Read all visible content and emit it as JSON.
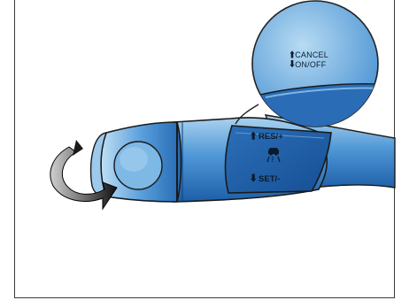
{
  "callout": {
    "line1": "CANCEL",
    "line2": "ON/OFF"
  },
  "buttons": {
    "resume": "RES/+",
    "set": "SET/-"
  },
  "icons": {
    "cruise": "cruise-control-icon",
    "rotate": "rotate-arrow-icon",
    "up": "arrow-up-icon",
    "down": "arrow-down-icon"
  },
  "colors": {
    "stalk_light": "#8fc3e8",
    "stalk_mid": "#3b86cc",
    "stalk_dark": "#1d5fa8",
    "outline": "#1a1a1a",
    "background": "#ffffff"
  }
}
